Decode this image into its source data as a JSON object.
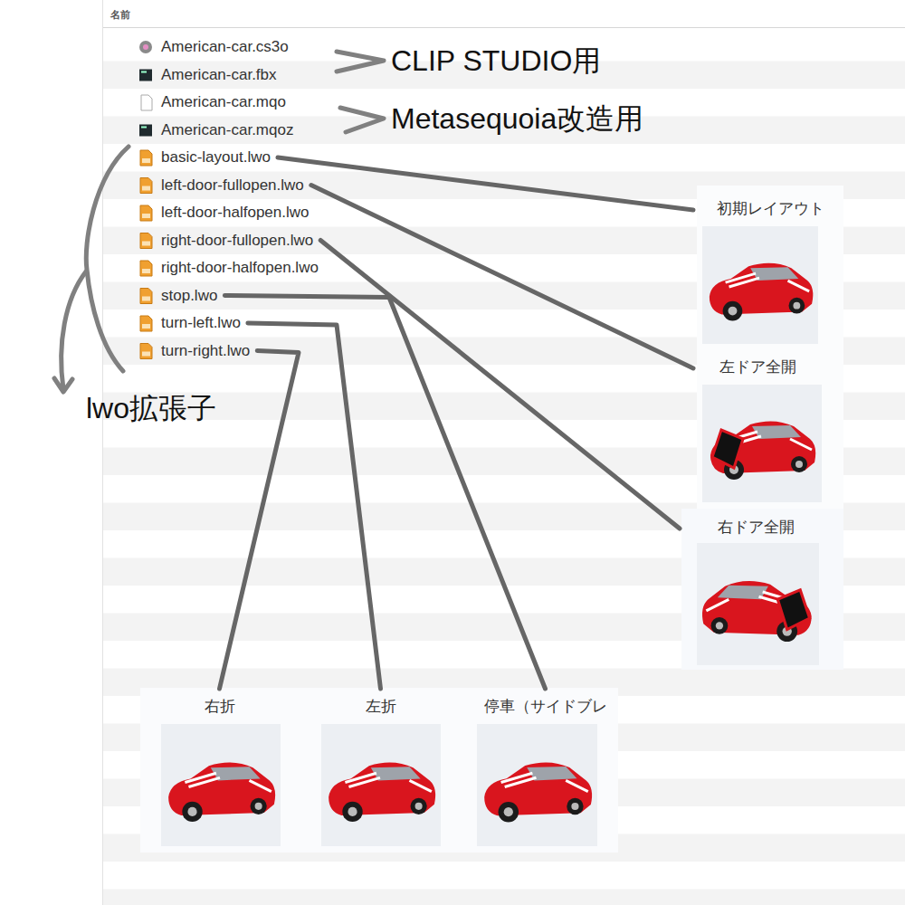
{
  "diagram": {
    "nodes": [
      {
        "text": [
          "American-car.cs3o"
        ]
      },
      {
        "text": [
          "American-car.fbx"
        ]
      },
      {
        "text": [
          "American-car.mqo"
        ]
      },
      {
        "text": [
          "American-car.mqoz"
        ]
      },
      {
        "text": [
          "basic-layout.lwo"
        ]
      },
      {
        "text": [
          "left-door-fullopen.lwo"
        ]
      },
      {
        "text": [
          "left-door-halfopen.lwo"
        ]
      },
      {
        "text": [
          "right-door-fullopen.lwo"
        ]
      },
      {
        "text": [
          "right-door-halfopen.lwo"
        ]
      },
      {
        "text": [
          "stop.lwo"
        ]
      },
      {
        "text": [
          "turn-left.lwo"
        ]
      },
      {
        "text": [
          "turn-right.lwo"
        ]
      },
      {
        "text": [
          "初期レイアウト"
        ]
      },
      {
        "text": [
          "左ドア全開"
        ]
      },
      {
        "text": [
          "右ドア全開"
        ]
      },
      {
        "text": [
          "右折"
        ]
      },
      {
        "text": [
          "左折"
        ]
      },
      {
        "text": [
          "停車（サイドブレ"
        ]
      }
    ],
    "edges": [
      {
        "from": 4,
        "to": 12,
        "arrow": "none"
      },
      {
        "from": 5,
        "to": 13,
        "arrow": "none"
      },
      {
        "from": 7,
        "to": 14,
        "arrow": "none"
      },
      {
        "from": 11,
        "to": 15,
        "arrow": "none"
      },
      {
        "from": 10,
        "to": 16,
        "arrow": "none"
      },
      {
        "from": 9,
        "to": 17,
        "arrow": "none"
      }
    ],
    "labels": [
      "名前",
      "CLIP STUDIO用",
      "Metasequoia改造用",
      "lwo拡張子"
    ]
  }
}
